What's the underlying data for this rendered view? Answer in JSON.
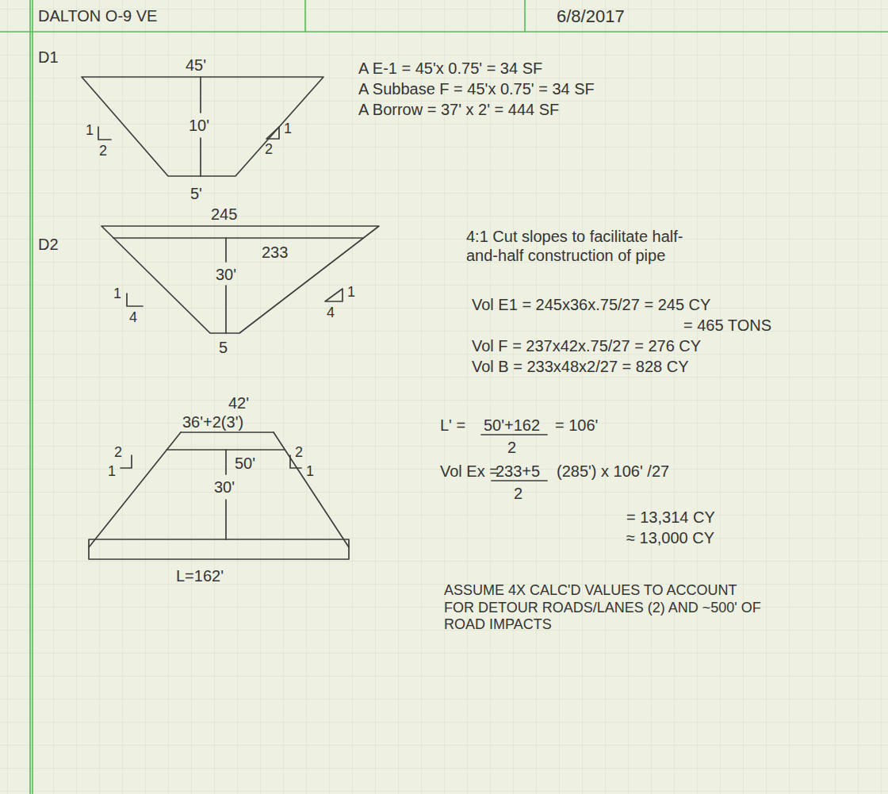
{
  "diagram": {
    "title": "DALTON O-9 VE",
    "labels": [
      "6/8/2017",
      "D1",
      "45'",
      "10'",
      "1",
      "2",
      "2",
      "1",
      "5'",
      "A E-1 = 45'x 0.75' = 34 SF",
      "A Subbase F = 45'x 0.75' = 34 SF",
      "A Borrow = 37' x 2' = 444 SF",
      "D2",
      "245",
      "233",
      "30'",
      "1",
      "4",
      "4",
      "1",
      "5",
      "4:1 Cut slopes to facilitate half-and-half construction of pipe",
      "Vol E1 = 245x36x.75/27 = 245 CY",
      "= 465 TONS",
      "Vol F = 237x42x.75/27 = 276 CY",
      "Vol B = 233x48x2/27 = 828 CY",
      "42'",
      "36'+2(3')",
      "2",
      "1",
      "2",
      "1",
      "50'",
      "30'",
      "L=162'",
      "L' =",
      "50'+162",
      "2",
      "= 106'",
      "Vol Ex =",
      "233+5",
      "2",
      "(285') x 106' /27",
      "= 13,314 CY",
      "≈ 13,000 CY",
      "ASSUME 4X CALC'D VALUES TO ACCOUNT FOR DETOUR ROADS/LANES (2) AND ~500' OF ROAD IMPACTS"
    ]
  }
}
